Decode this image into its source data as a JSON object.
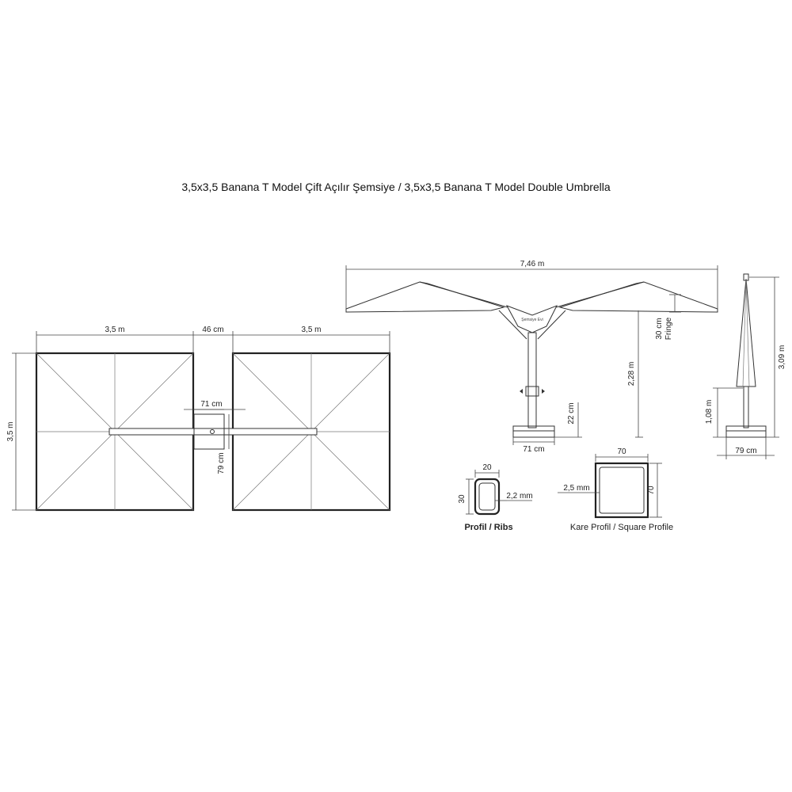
{
  "title": "3,5x3,5 Banana T Model Çift Açılır Şemsiye / 3,5x3,5 Banana T Model Double Umbrella",
  "top_view": {
    "left_width": "3,5 m",
    "gap": "46 cm",
    "right_width": "3,5 m",
    "height": "3,5 m",
    "base_width": "71 cm",
    "base_depth": "79 cm"
  },
  "front_view": {
    "total_width": "7,46 m",
    "fringe_height": "30 cm",
    "fringe_label": "Fringe",
    "clearance": "2,28 m",
    "base_height": "22 cm",
    "base_width": "71 cm",
    "brand_text": "Şemsiye Evi"
  },
  "side_view": {
    "total_height": "3,09 m",
    "base_to_joint": "1,08 m",
    "base_width": "79 cm"
  },
  "profiles": {
    "rib_width": "20",
    "rib_height": "30",
    "rib_thickness": "2,2 mm",
    "rib_caption": "Profil / Ribs",
    "square_width": "70",
    "square_height": "70",
    "square_thickness": "2,5 mm",
    "square_caption": "Kare Profil / Square Profile"
  }
}
